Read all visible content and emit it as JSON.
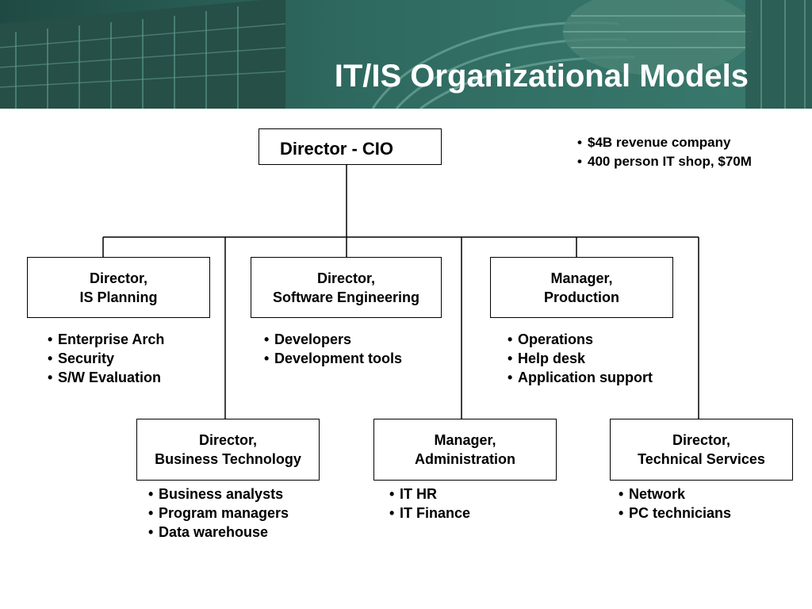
{
  "slide": {
    "title": "IT/IS Organizational Models"
  },
  "colors": {
    "banner": "#2c5f56",
    "title_text": "#ffffff",
    "box_border": "#000000",
    "connector": "#000000"
  },
  "facts": [
    "$4B revenue company",
    "400 person IT shop, $70M"
  ],
  "root": {
    "title": "Director - CIO"
  },
  "units": {
    "is_planning": {
      "role": "Director,",
      "name": "IS Planning",
      "items": [
        "Enterprise Arch",
        "Security",
        "S/W Evaluation"
      ]
    },
    "software_engineering": {
      "role": "Director,",
      "name": "Software Engineering",
      "items": [
        "Developers",
        "Development tools"
      ]
    },
    "production": {
      "role": "Manager,",
      "name": "Production",
      "items": [
        "Operations",
        "Help desk",
        "Application support"
      ]
    },
    "business_technology": {
      "role": "Director,",
      "name": "Business Technology",
      "items": [
        "Business analysts",
        "Program managers",
        "Data warehouse"
      ]
    },
    "administration": {
      "role": "Manager,",
      "name": "Administration",
      "items": [
        "IT HR",
        "IT Finance"
      ]
    },
    "technical_services": {
      "role": "Director,",
      "name": "Technical Services",
      "items": [
        "Network",
        "PC technicians"
      ]
    }
  }
}
